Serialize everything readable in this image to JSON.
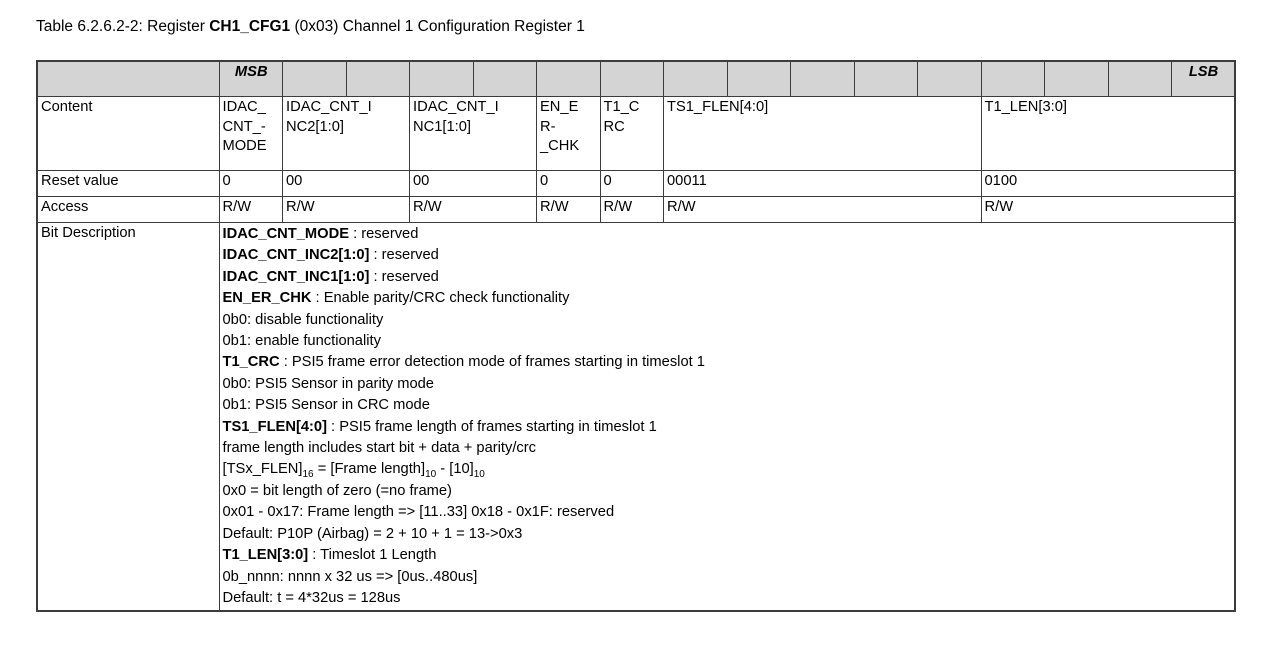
{
  "colors": {
    "header_fill": "#d4d4d4",
    "border": "#3c3c3c",
    "text": "#000000",
    "background": "#ffffff"
  },
  "title": {
    "prefix": "Table 6.2.6.2-2: Register ",
    "register_name": "CH1_CFG1",
    "suffix": " (0x03) Channel 1 Configuration Register 1"
  },
  "table": {
    "bit_width": 16,
    "msb_label": "MSB",
    "lsb_label": "LSB",
    "row_labels": {
      "content": "Content",
      "reset": "Reset value",
      "access": "Access",
      "bit_description": "Bit Description"
    },
    "fields": [
      {
        "name": "IDAC_CNT_MODE",
        "display": "IDAC_\nCNT_-\nMODE",
        "bits": 1,
        "reset": "0",
        "access": "R/W"
      },
      {
        "name": "IDAC_CNT_INC2[1:0]",
        "display": "IDAC_CNT_I\nNC2[1:0]",
        "bits": 2,
        "reset": "00",
        "access": "R/W"
      },
      {
        "name": "IDAC_CNT_INC1[1:0]",
        "display": "IDAC_CNT_I\nNC1[1:0]",
        "bits": 2,
        "reset": "00",
        "access": "R/W"
      },
      {
        "name": "EN_ER_CHK",
        "display": "EN_E\nR-\n_CHK",
        "bits": 1,
        "reset": "0",
        "access": "R/W"
      },
      {
        "name": "T1_CRC",
        "display": "T1_C\nRC",
        "bits": 1,
        "reset": "0",
        "access": "R/W"
      },
      {
        "name": "TS1_FLEN[4:0]",
        "display": "TS1_FLEN[4:0]",
        "bits": 5,
        "reset": "00011",
        "access": "R/W"
      },
      {
        "name": "T1_LEN[3:0]",
        "display": "T1_LEN[3:0]",
        "bits": 4,
        "reset": "0100",
        "access": "R/W"
      }
    ],
    "description_lines": [
      {
        "segments": [
          {
            "text": "IDAC_CNT_MODE",
            "bold": true
          },
          {
            "text": " : reserved"
          }
        ]
      },
      {
        "segments": [
          {
            "text": "IDAC_CNT_INC2[1:0]",
            "bold": true
          },
          {
            "text": " : reserved"
          }
        ]
      },
      {
        "segments": [
          {
            "text": "IDAC_CNT_INC1[1:0]",
            "bold": true
          },
          {
            "text": " : reserved"
          }
        ]
      },
      {
        "segments": [
          {
            "text": "EN_ER_CHK",
            "bold": true
          },
          {
            "text": " : Enable parity/CRC check functionality"
          }
        ]
      },
      {
        "segments": [
          {
            "text": "0b0: disable functionality"
          }
        ]
      },
      {
        "segments": [
          {
            "text": "0b1: enable functionality"
          }
        ]
      },
      {
        "segments": [
          {
            "text": "T1_CRC",
            "bold": true
          },
          {
            "text": " : PSI5 frame error detection mode of frames starting in timeslot 1"
          }
        ]
      },
      {
        "segments": [
          {
            "text": "0b0: PSI5 Sensor in parity mode"
          }
        ]
      },
      {
        "segments": [
          {
            "text": "0b1: PSI5 Sensor in CRC mode"
          }
        ]
      },
      {
        "segments": [
          {
            "text": "TS1_FLEN[4:0]",
            "bold": true
          },
          {
            "text": " : PSI5 frame length of frames starting in timeslot 1"
          }
        ]
      },
      {
        "segments": [
          {
            "text": "frame length includes start bit + data + parity/crc"
          }
        ]
      },
      {
        "segments": [
          {
            "text": "[TSx_FLEN]"
          },
          {
            "text": "16",
            "sub": true
          },
          {
            "text": " = [Frame length]"
          },
          {
            "text": "10",
            "sub": true
          },
          {
            "text": " - [10]"
          },
          {
            "text": "10",
            "sub": true
          }
        ]
      },
      {
        "segments": [
          {
            "text": "0x0 = bit length of zero (=no frame)"
          }
        ]
      },
      {
        "segments": [
          {
            "text": "0x01 - 0x17: Frame length => [11..33] 0x18 - 0x1F: reserved"
          }
        ]
      },
      {
        "segments": [
          {
            "text": "Default: P10P (Airbag) = 2 + 10 + 1 = 13->0x3"
          }
        ]
      },
      {
        "segments": [
          {
            "text": "T1_LEN[3:0]",
            "bold": true
          },
          {
            "text": " : Timeslot 1 Length"
          }
        ]
      },
      {
        "segments": [
          {
            "text": "0b_nnnn: nnnn x 32 us => [0us..480us]"
          }
        ]
      },
      {
        "segments": [
          {
            "text": "Default: t = 4*32us = 128us"
          }
        ]
      }
    ]
  }
}
